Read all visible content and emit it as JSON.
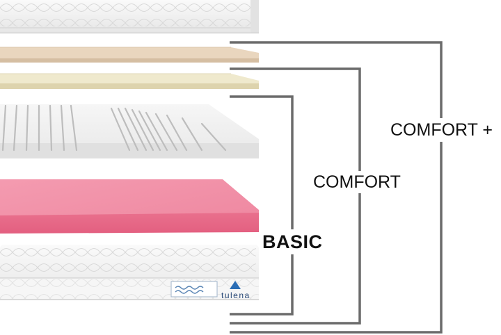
{
  "labels": {
    "basic": "BASIC",
    "comfort": "COMFORT",
    "comfort_plus": "COMFORT +"
  },
  "brand": {
    "name": "tulena"
  },
  "colors": {
    "bracket": "#6b6b6b",
    "foam_pink": "#ef7e98",
    "latex_beige": "#e7d3ba",
    "memory_cream": "#eee8cc",
    "cover_white": "#f4f4f4"
  }
}
